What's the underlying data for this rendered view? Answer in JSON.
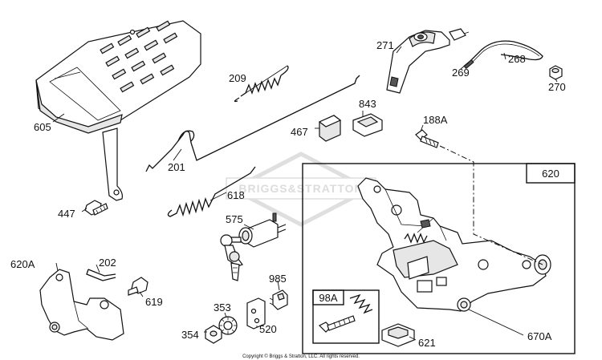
{
  "diagram": {
    "watermark": "BRIGGS&STRATTON",
    "copyright": "Copyright © Briggs & Stratton, LLC. All rights reserved.",
    "assembly_box_label": "620",
    "subbox_label": "98A",
    "parts": [
      {
        "id": "605"
      },
      {
        "id": "209"
      },
      {
        "id": "271"
      },
      {
        "id": "268"
      },
      {
        "id": "269"
      },
      {
        "id": "270"
      },
      {
        "id": "843"
      },
      {
        "id": "467"
      },
      {
        "id": "188A"
      },
      {
        "id": "201"
      },
      {
        "id": "447"
      },
      {
        "id": "618"
      },
      {
        "id": "575"
      },
      {
        "id": "620A"
      },
      {
        "id": "202"
      },
      {
        "id": "619"
      },
      {
        "id": "985"
      },
      {
        "id": "353"
      },
      {
        "id": "354"
      },
      {
        "id": "520"
      },
      {
        "id": "621"
      },
      {
        "id": "670A"
      }
    ]
  }
}
